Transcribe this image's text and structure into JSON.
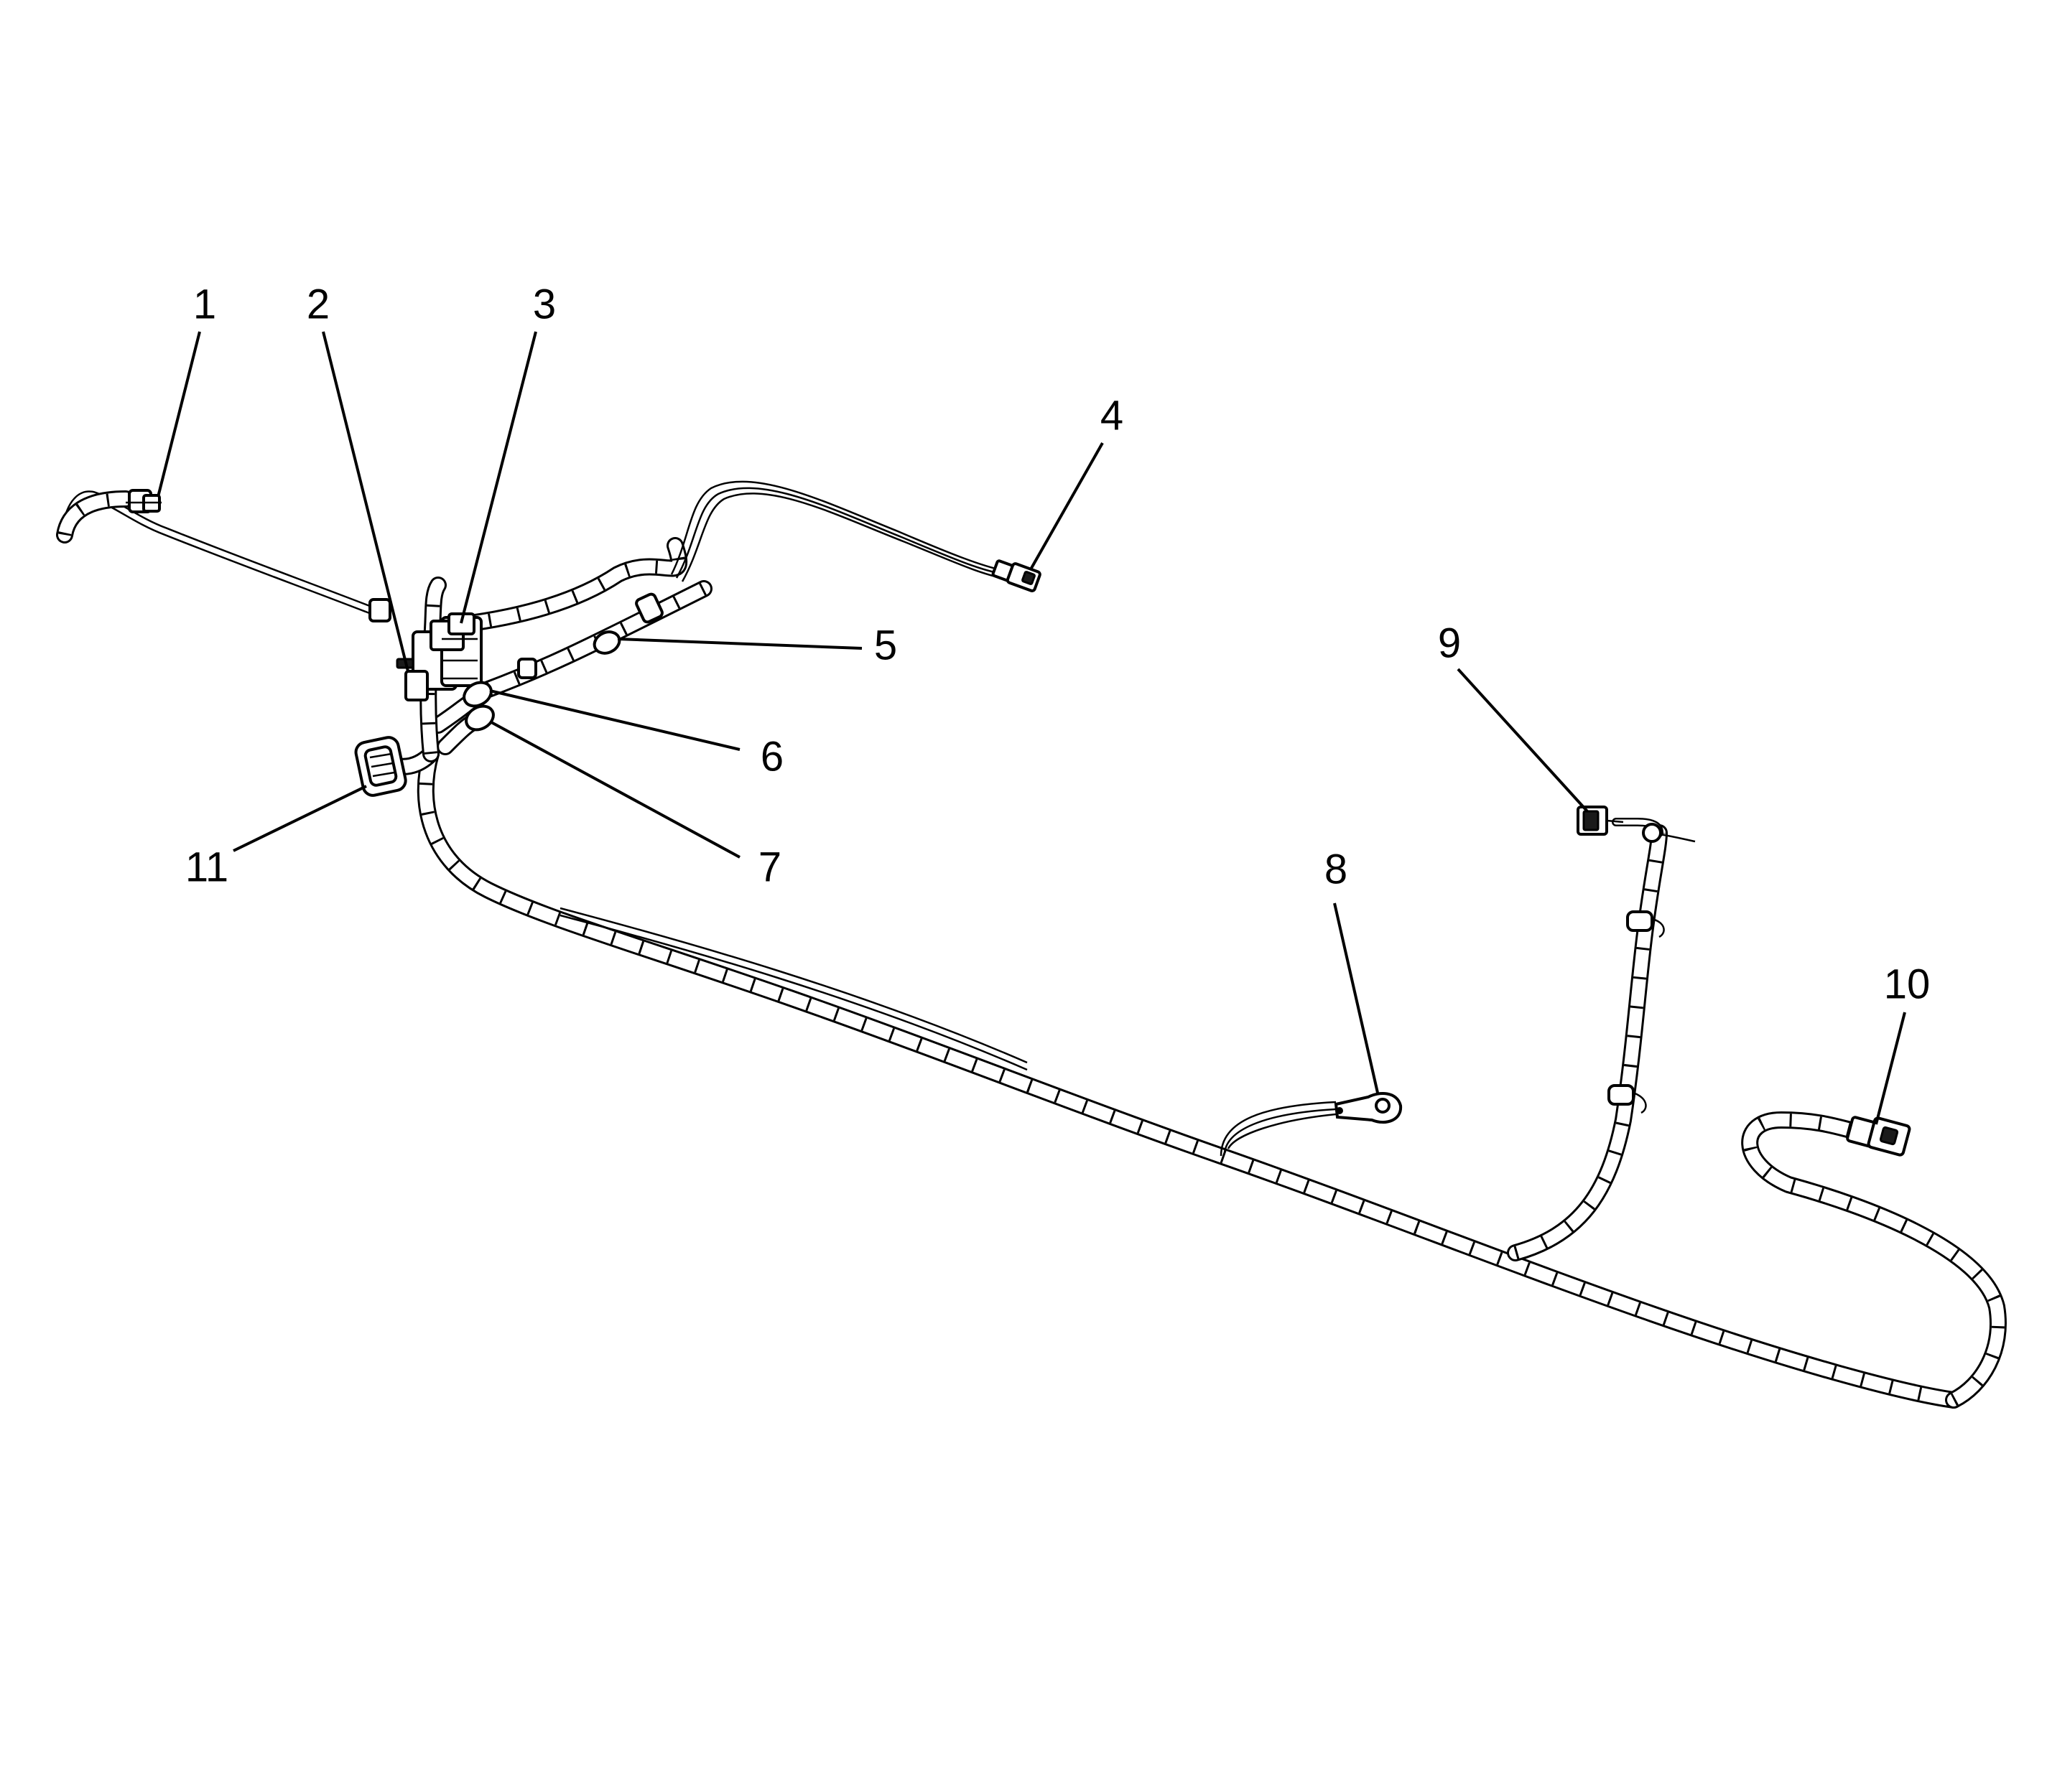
{
  "callouts": [
    {
      "id": "1",
      "label": "1"
    },
    {
      "id": "2",
      "label": "2"
    },
    {
      "id": "3",
      "label": "3"
    },
    {
      "id": "4",
      "label": "4"
    },
    {
      "id": "5",
      "label": "5"
    },
    {
      "id": "6",
      "label": "6"
    },
    {
      "id": "7",
      "label": "7"
    },
    {
      "id": "8",
      "label": "8"
    },
    {
      "id": "9",
      "label": "9"
    },
    {
      "id": "10",
      "label": "10"
    },
    {
      "id": "11",
      "label": "11"
    }
  ],
  "colors": {
    "line": "#000000",
    "background": "#ffffff"
  }
}
